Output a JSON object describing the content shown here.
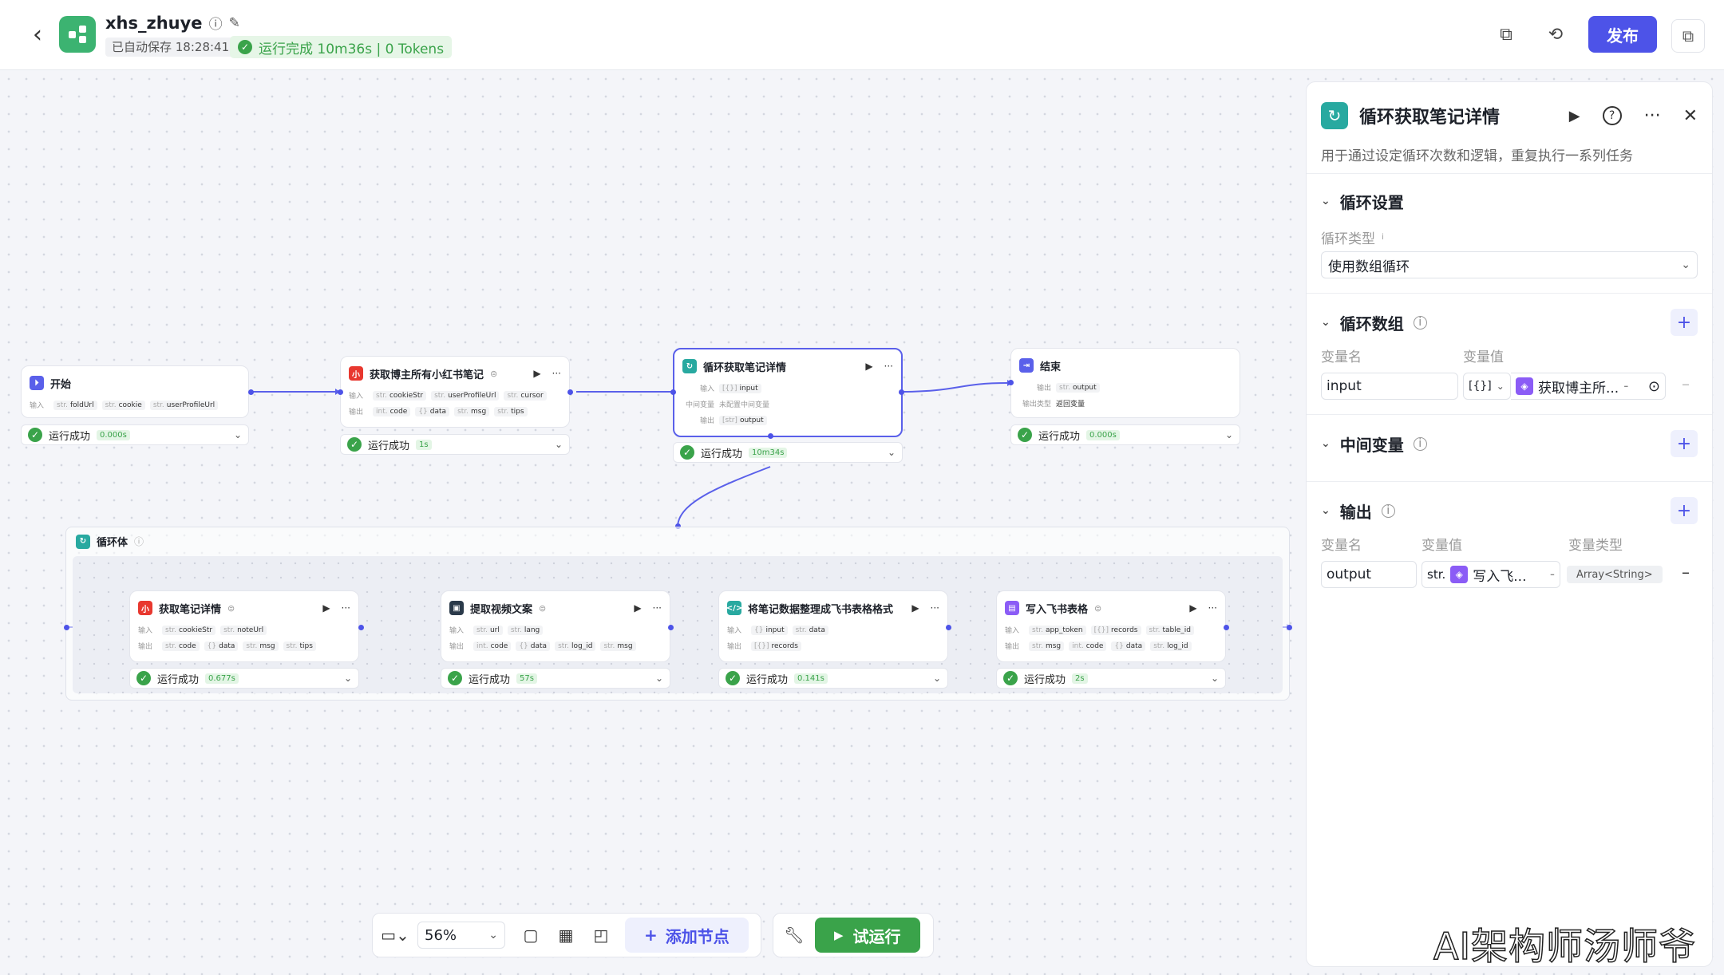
{
  "app": {
    "name": "xhs_zhuye",
    "autosave": "已自动保存 18:28:41",
    "run_status": "运行完成 10m36s | 0 Tokens",
    "publish_label": "发布"
  },
  "nodes": {
    "start": {
      "title": "开始",
      "in_label": "输入",
      "inputs": [
        "foldUrl",
        "cookie",
        "userProfileUrl"
      ],
      "status": "运行成功",
      "duration": "0.000s"
    },
    "fetch_notes": {
      "title": "获取博主所有小红书笔记",
      "in_label": "输入",
      "out_label": "输出",
      "inputs": [
        "cookieStr",
        "userProfileUrl",
        "cursor"
      ],
      "outputs": [
        "code",
        "data",
        "msg",
        "tips"
      ],
      "status": "运行成功",
      "duration": "1s"
    },
    "loop": {
      "title": "循环获取笔记详情",
      "in_label": "输入",
      "mid_label": "中间变量",
      "mid_value": "未配置中间变量",
      "out_label": "输出",
      "input": "input",
      "output": "output",
      "status": "运行成功",
      "duration": "10m34s"
    },
    "end": {
      "title": "结束",
      "out_label": "输出",
      "output": "output",
      "type_label": "输出类型",
      "type_value": "返回变量",
      "status": "运行成功",
      "duration": "0.000s"
    },
    "loop_body": {
      "title": "循环体"
    },
    "note_detail": {
      "title": "获取笔记详情",
      "in_label": "输入",
      "out_label": "输出",
      "inputs": [
        "cookieStr",
        "noteUrl"
      ],
      "outputs": [
        "code",
        "data",
        "msg",
        "tips"
      ],
      "status": "运行成功",
      "duration": "0.677s"
    },
    "extract_video": {
      "title": "提取视频文案",
      "in_label": "输入",
      "out_label": "输出",
      "inputs": [
        "url",
        "lang"
      ],
      "outputs": [
        "code",
        "data",
        "log_id",
        "msg"
      ],
      "status": "运行成功",
      "duration": "57s"
    },
    "format": {
      "title": "将笔记数据整理成飞书表格格式",
      "in_label": "输入",
      "out_label": "输出",
      "inputs": [
        "input",
        "data"
      ],
      "outputs": [
        "records"
      ],
      "status": "运行成功",
      "duration": "0.141s"
    },
    "write_sheet": {
      "title": "写入飞书表格",
      "in_label": "输入",
      "out_label": "输出",
      "inputs": [
        "app_token",
        "records",
        "table_id"
      ],
      "outputs": [
        "msg",
        "code",
        "data",
        "log_id"
      ],
      "status": "运行成功",
      "duration": "2s"
    }
  },
  "panel": {
    "title": "循环获取笔记详情",
    "description": "用于通过设定循环次数和逻辑，重复执行一系列任务",
    "loop_settings": "循环设置",
    "loop_type_label": "循环类型",
    "loop_type_value": "使用数组循环",
    "loop_array": "循环数组",
    "var_name_label": "变量名",
    "var_value_label": "变量值",
    "array_var_name": "input",
    "array_type": "[{}]",
    "array_ref": "获取博主所...",
    "array_ref_tail": "-",
    "mid_vars": "中间变量",
    "output": "输出",
    "var_type_label": "变量类型",
    "output_var_name": "output",
    "output_type_short": "str.",
    "output_ref": "写入飞...",
    "output_ref_tail": "-",
    "output_type": "Array<String>"
  },
  "toolbar": {
    "zoom": "56%",
    "add_node": "添加节点",
    "trial_run": "试运行"
  },
  "watermark": "AI架构师汤师爷"
}
